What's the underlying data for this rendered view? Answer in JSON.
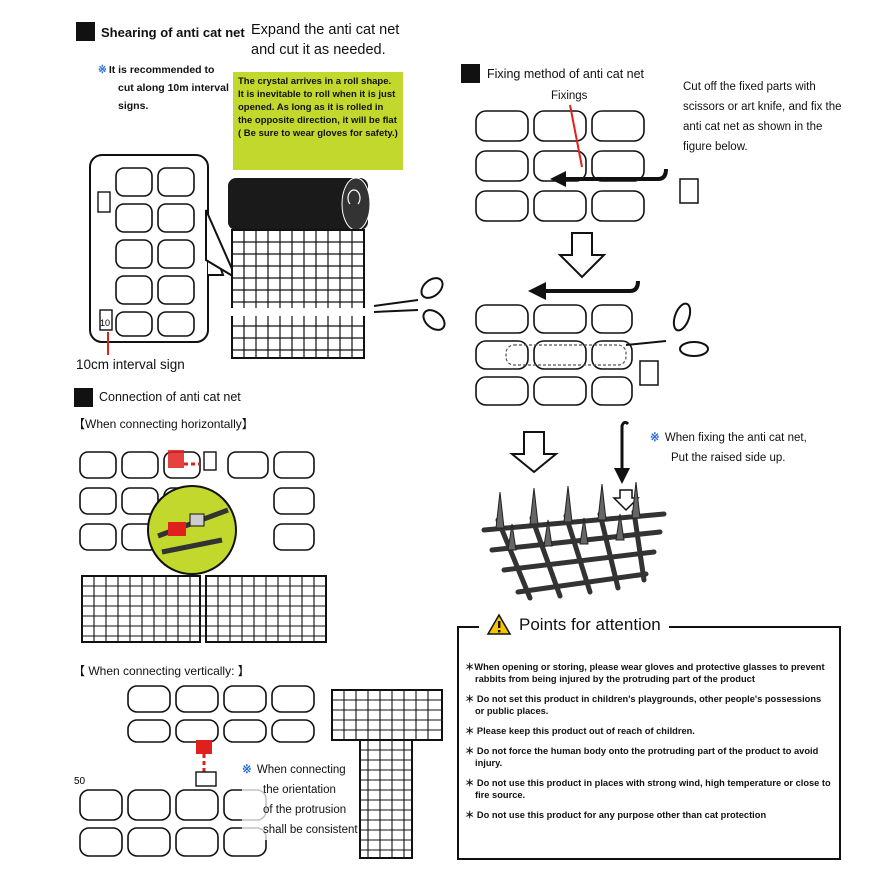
{
  "shearing": {
    "heading": "Shearing of anti cat net",
    "expand_text_line1": "Expand the anti cat net",
    "expand_text_line2": "and cut it as needed.",
    "recommend_symbol": "※",
    "recommend_line1": "It is recommended to",
    "recommend_line2": "cut along 10m interval",
    "recommend_line3": "signs.",
    "callout": "The crystal arrives in a roll shape. It is inevitable to roll when it is just opened. As long as it is rolled in the opposite direction, it will be flat ( Be sure to wear gloves for safety.)",
    "interval_sign_label": "10cm interval sign",
    "interval_mark": "10"
  },
  "fixing": {
    "heading": "Fixing method of anti cat net",
    "fixings_label": "Fixings",
    "desc_line1": "Cut off the fixed parts with",
    "desc_line2": "scissors or art knife, and fix the",
    "desc_line3": "anti cat net as shown in the",
    "desc_line4": "figure below.",
    "raised_symbol": "※",
    "raised_line1": "When fixing the anti cat net,",
    "raised_line2": "Put the raised side up."
  },
  "connection": {
    "heading": "Connection of anti cat net",
    "horizontal_label": "【When connecting horizontally】",
    "vertical_label": "【 When connecting vertically: 】",
    "orient_symbol": "※",
    "orient_line1": "When connecting",
    "orient_line2": "the orientation",
    "orient_line3": "of the protrusion",
    "orient_line4": "shall be consistent",
    "side_mark": "50"
  },
  "attention": {
    "title": "Points for attention",
    "items": [
      "＊When opening or storing, please wear gloves and protective glasses to prevent rabbits from being injured by the protruding part of the product",
      "＊ Do not set this product in children's playgrounds, other people's possessions or public places.",
      "＊ Please keep this product out of reach of children.",
      "＊ Do not force the human body onto the protruding part of the product to avoid injury.",
      "＊ Do not use this product in places with strong wind, high temperature or close to fire source.",
      "＊ Do not use this product for any purpose other than cat protection"
    ]
  },
  "colors": {
    "callout_bg": "#c3d82c",
    "accent_red": "#e0201c",
    "symbol_blue": "#2c6fd6",
    "warning_yellow": "#f5c400"
  }
}
